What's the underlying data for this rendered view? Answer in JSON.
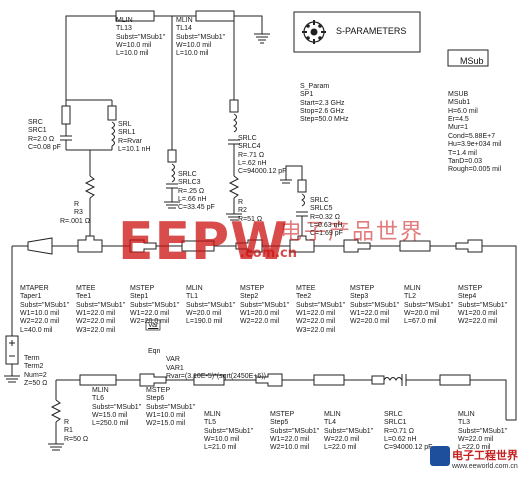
{
  "sparam_title": "S-PARAMETERS",
  "msub_title": "MSub",
  "var_title": "Var",
  "watermark": {
    "main": "EEPW",
    "site": ".com.cn",
    "cn": "电子产品世界",
    "footer_cn": "电子工程世界",
    "footer_url": "www.eeworld.com.cn"
  },
  "labels": {
    "tl13": [
      "MLIN",
      "TL13",
      "Subst=\"MSub1\"",
      "W=10.0 mil",
      "L=10.0 mil"
    ],
    "tl14": [
      "MLIN",
      "TL14",
      "Subst=\"MSub1\"",
      "W=10.0 mil",
      "L=10.0 mil"
    ],
    "src1": [
      "SRC",
      "SRC1",
      "R=2.0 Ω",
      "C=0.08 pF"
    ],
    "srl1": [
      "SRL",
      "SRL1",
      "R=Rvar",
      "L=10.1 nH"
    ],
    "r3": [
      "R",
      "R3",
      "R=.001 Ω"
    ],
    "srlc3": [
      "SRLC",
      "SRLC3",
      "R=.25 Ω",
      "L=.66 nH",
      "C=33.45 pF"
    ],
    "srlc4": [
      "SRLC",
      "SRLC4",
      "R=.71 Ω",
      "L=.62 nH",
      "C=94000.12 pF"
    ],
    "r2": [
      "R",
      "R2",
      "R=51 Ω"
    ],
    "srlc5": [
      "SRLC",
      "SRLC5",
      "R=0.32 Ω",
      "L=0.63 nH",
      "C=1.69 pF"
    ],
    "sp1": [
      "S_Param",
      "SP1",
      "Start=2.3 GHz",
      "Stop=2.6 GHz",
      "Step=50.0 MHz"
    ],
    "msub1": [
      "MSUB",
      "MSub1",
      "H=6.0 mil",
      "Er=4.5",
      "Mur=1",
      "Cond=5.88E+7",
      "Hu=3.9e+034 mil",
      "T=1.4 mil",
      "TanD=0.03",
      "Rough=0.005 mil"
    ],
    "taper1": [
      "MTAPER",
      "Taper1",
      "Subst=\"MSub1\"",
      "W1=10.0 mil",
      "W2=22.0 mil",
      "L=40.0 mil"
    ],
    "tee1": [
      "MTEE",
      "Tee1",
      "Subst=\"MSub1\"",
      "W1=22.0 mil",
      "W2=22.0 mil",
      "W3=22.0 mil"
    ],
    "step1": [
      "MSTEP",
      "Step1",
      "Subst=\"MSub1\"",
      "W1=22.0 mil",
      "W2=20.0 mil"
    ],
    "tl1": [
      "MLIN",
      "TL1",
      "Subst=\"MSub1\"",
      "W=20.0 mil",
      "L=190.0 mil"
    ],
    "step2": [
      "MSTEP",
      "Step2",
      "Subst=\"MSub1\"",
      "W1=20.0 mil",
      "W2=22.0 mil"
    ],
    "tee2": [
      "MTEE",
      "Tee2",
      "Subst=\"MSub1\"",
      "W1=22.0 mil",
      "W2=22.0 mil",
      "W3=22.0 mil"
    ],
    "step3": [
      "MSTEP",
      "Step3",
      "Subst=\"MSub1\"",
      "W1=22.0 mil",
      "W2=20.0 mil"
    ],
    "tl2": [
      "MLIN",
      "TL2",
      "Subst=\"MSub1\"",
      "W=20.0 mil",
      "L=67.0 mil"
    ],
    "step4": [
      "MSTEP",
      "Step4",
      "Subst=\"MSub1\"",
      "W1=20.0 mil",
      "W2=22.0 mil"
    ],
    "term2": [
      "Term",
      "Term2",
      "Num=2",
      "Z=50 Ω"
    ],
    "var1": [
      "Eqn",
      "VAR",
      "VAR1",
      "Rvar=(3.10E-5)*(sqrt(2450E+6))"
    ],
    "r1": [
      "R",
      "R1",
      "R=50 Ω"
    ],
    "tl6": [
      "MLIN",
      "TL6",
      "Subst=\"MSub1\"",
      "W=15.0 mil",
      "L=250.0 mil"
    ],
    "step6": [
      "MSTEP",
      "Step6",
      "Subst=\"MSub1\"",
      "W1=10.0 mil",
      "W2=15.0 mil"
    ],
    "tl5": [
      "MLIN",
      "TL5",
      "Subst=\"MSub1\"",
      "W=10.0 mil",
      "L=21.0 mil"
    ],
    "step5": [
      "MSTEP",
      "Step5",
      "Subst=\"MSub1\"",
      "W1=22.0 mil",
      "W2=10.0 mil"
    ],
    "tl4": [
      "MLIN",
      "TL4",
      "Subst=\"MSub1\"",
      "W=22.0 mil",
      "L=22.0 mil"
    ],
    "srlc1": [
      "SRLC",
      "SRLC1",
      "R=0.71 Ω",
      "L=0.62 nH",
      "C=94000.12 pF"
    ],
    "tl3": [
      "MLIN",
      "TL3",
      "Subst=\"MSub1\"",
      "W=22.0 mil",
      "L=22.0 mil"
    ]
  }
}
